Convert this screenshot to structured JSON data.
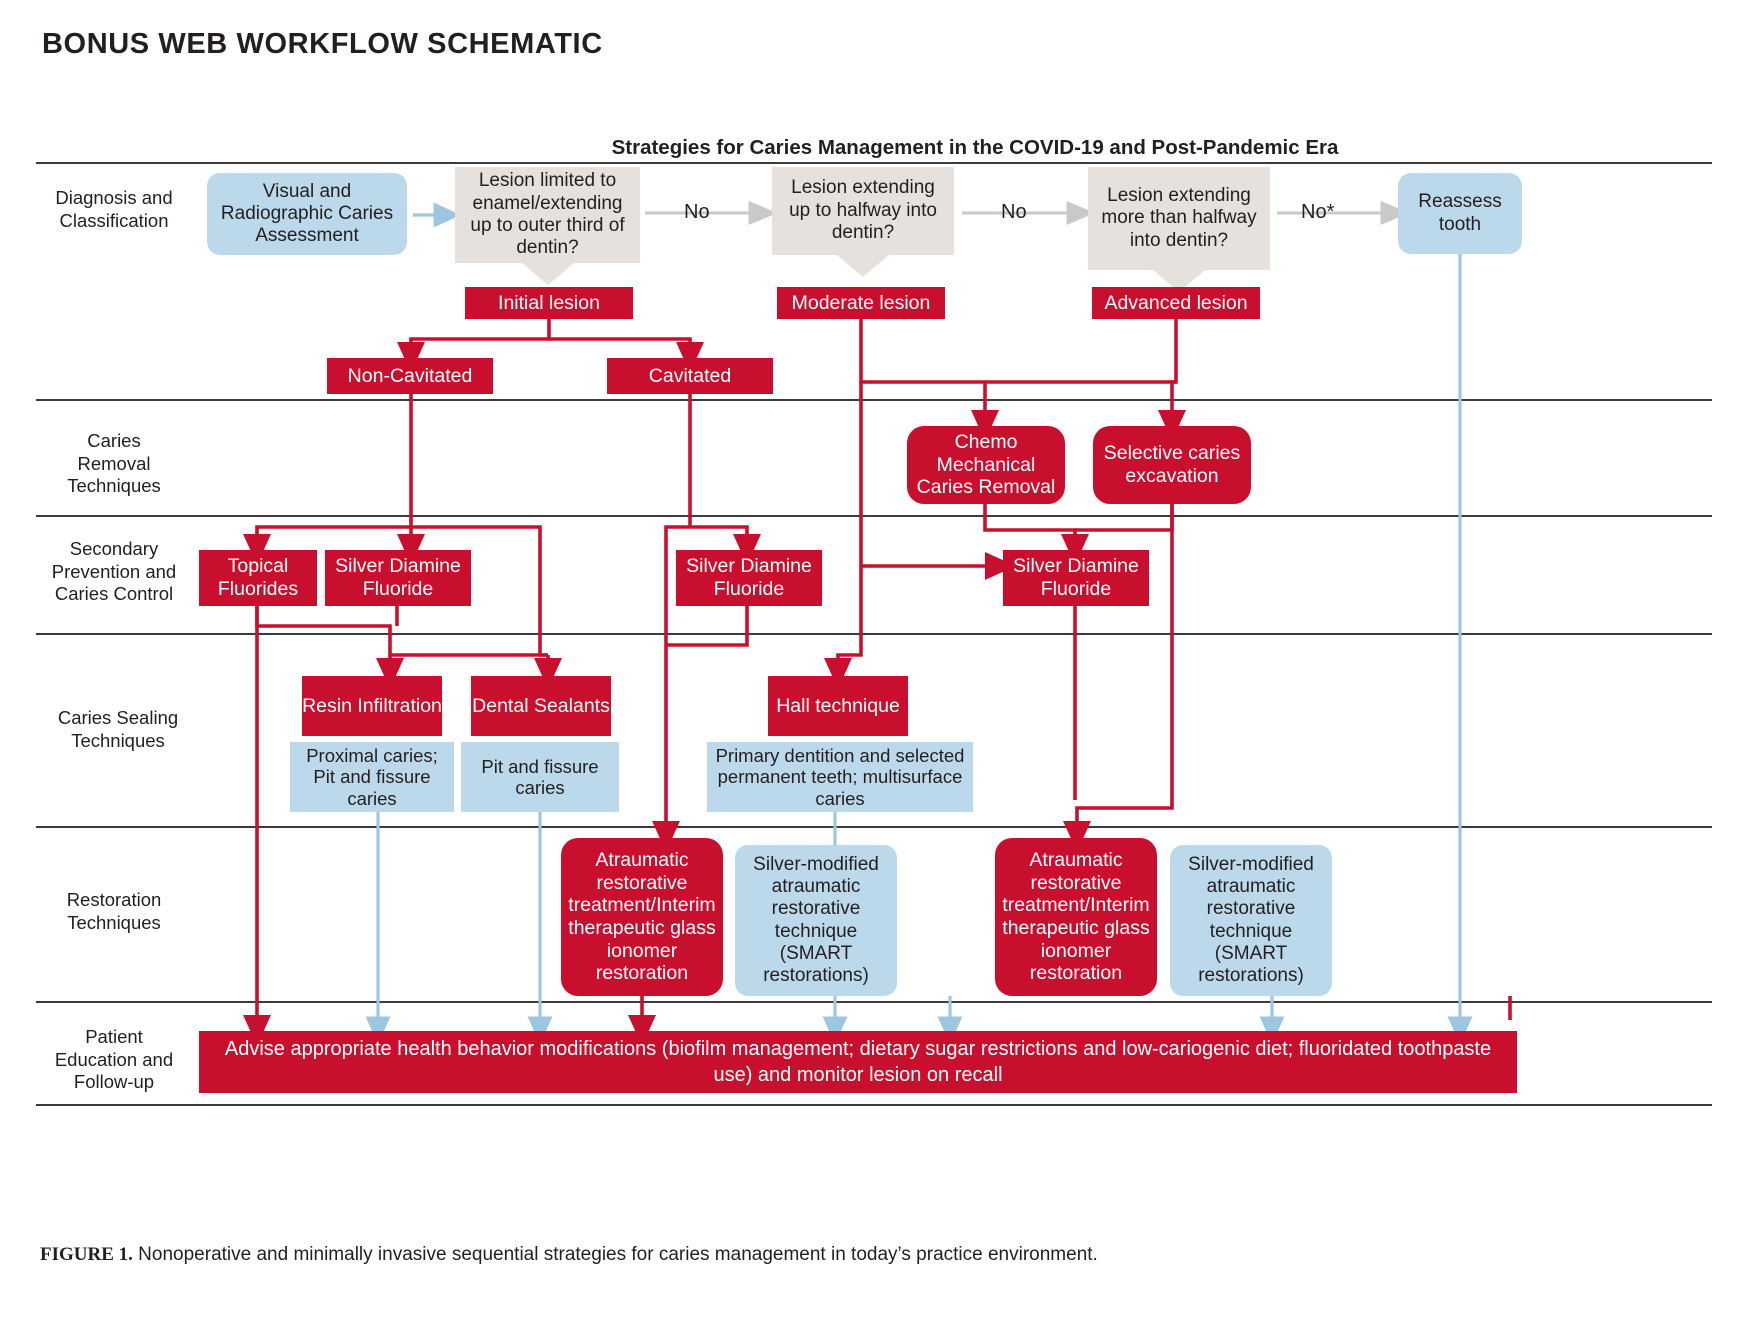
{
  "header": {
    "title": "BONUS WEB WORKFLOW SCHEMATIC"
  },
  "chart_title": "Strategies for Caries Management in the COVID-19 and Post-Pandemic Era",
  "row_labels": [
    "Diagnosis and\nClassification",
    "Caries\nRemoval\nTechniques",
    "Secondary\nPrevention and\nCaries Control",
    "Caries Sealing\nTechniques",
    "Restoration\nTechniques",
    "Patient\nEducation and\nFollow-up"
  ],
  "rows": {
    "diagnosis": "Diagnosis and Classification",
    "removal": "Caries Removal Techniques",
    "secondary": "Secondary Prevention and Caries Control",
    "sealing": "Caries Sealing Techniques",
    "restoration": "Restoration Techniques",
    "education": "Patient Education and Follow-up"
  },
  "nodes": {
    "assessment": "Visual and Radiographic Caries Assessment",
    "decision1": "Lesion limited to enamel/extending up to outer third of dentin?",
    "decision2": "Lesion extending up to halfway into dentin?",
    "decision3": "Lesion extending more than halfway into dentin?",
    "reassess": "Reassess tooth",
    "no1": "No",
    "no2": "No",
    "no3": "No*",
    "initial_lesion": "Initial lesion",
    "moderate_lesion": "Moderate lesion",
    "advanced_lesion": "Advanced lesion",
    "non_cavitated": "Non-Cavitated",
    "cavitated": "Cavitated",
    "chemo_mechanical": "Chemo Mechanical Caries Removal",
    "selective_excavation": "Selective caries excavation",
    "topical_fluorides": "Topical Fluorides",
    "sdf_left": "Silver Diamine Fluoride",
    "sdf_mid": "Silver Diamine Fluoride",
    "sdf_right": "Silver Diamine Fluoride",
    "resin_infiltration": "Resin Infiltration",
    "dental_sealants": "Dental Sealants",
    "hall_technique": "Hall technique",
    "resin_note": "Proximal caries; Pit and fissure caries",
    "sealant_note": "Pit and fissure caries",
    "hall_note": "Primary dentition and selected permanent teeth; multisurface caries",
    "art_left": "Atraumatic restorative treatment/Interim therapeutic glass ionomer restoration",
    "smart_left": "Silver-modified atraumatic restorative technique (SMART restorations)",
    "art_right": "Atraumatic restorative treatment/Interim therapeutic glass ionomer restoration",
    "smart_right": "Silver-modified atraumatic restorative technique (SMART restorations)",
    "education_banner": "Advise appropriate health behavior modifications (biofilm management; dietary sugar restrictions and low-cariogenic diet; fluoridated toothpaste use) and monitor lesion on recall"
  },
  "caption": {
    "label": "FIGURE 1.",
    "text": " Nonoperative and minimally invasive sequential strategies for caries management in today’s practice environment."
  },
  "colors": {
    "red": "#c8102e",
    "light_blue": "#bcd9ec",
    "grey_box": "#e6e1dd",
    "rule": "#3b3b3b",
    "text": "#231f20"
  }
}
